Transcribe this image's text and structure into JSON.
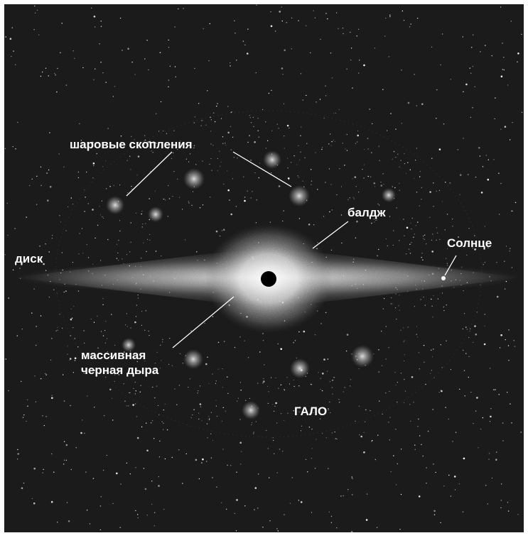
{
  "colors": {
    "background": "#1b1b1b",
    "stars": "#ffffff",
    "black_hole": "#000000"
  },
  "labels": {
    "disk": "диск",
    "globular_clusters": "шаровые скопления",
    "bulge": "балдж",
    "sun": "Солнце",
    "black_hole": "массивная\nчерная дыра",
    "halo": "ГАЛО"
  }
}
